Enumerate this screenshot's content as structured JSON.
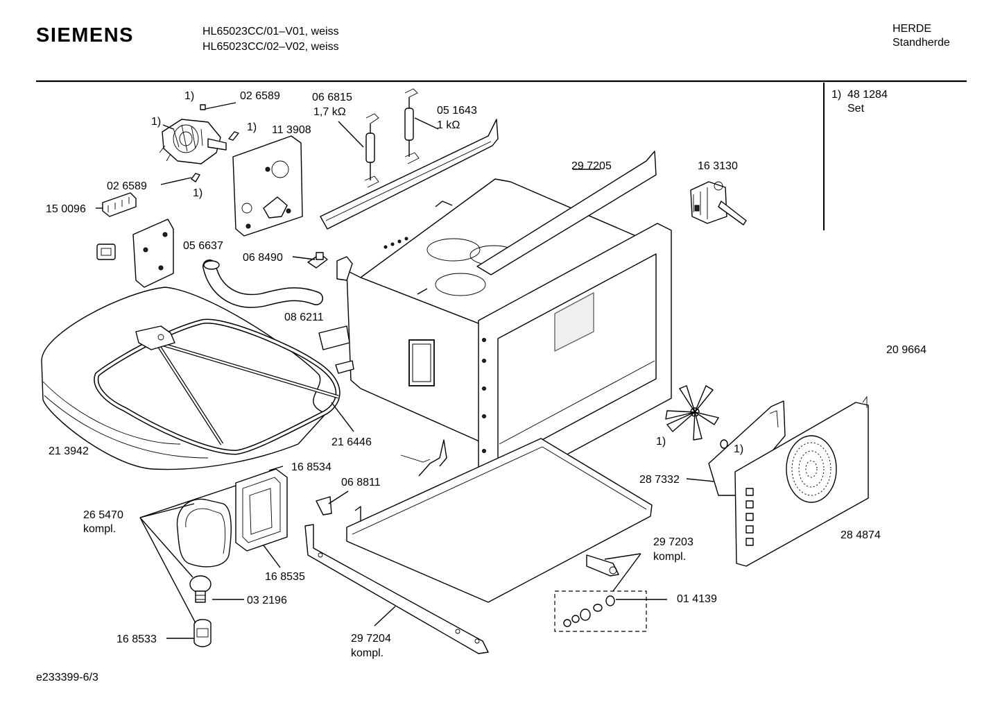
{
  "header": {
    "brand": "SIEMENS",
    "model_line_1": "HL65023CC/01–V01, weiss",
    "model_line_2": "HL65023CC/02–V02, weiss",
    "category": "HERDE",
    "subcategory": "Standherde"
  },
  "legend": {
    "marker": "1)",
    "part_number": "48 1284",
    "description": "Set"
  },
  "footer": {
    "drawing_id": "e233399-6/3"
  },
  "labels": {
    "p026589a": "02 6589",
    "m1a": "1)",
    "m1b": "1)",
    "m1c": "1)",
    "m1d": "1)",
    "m1e": "1)",
    "m1f": "1)",
    "p066815": "06 6815",
    "r17": "1,7 kΩ",
    "p051643": "05 1643",
    "r1": "1 kΩ",
    "p113908": "11 3908",
    "p026589b": "02 6589",
    "p150096": "15 0096",
    "p297205": "29 7205",
    "p163130": "16 3130",
    "p056637": "05 6637",
    "p068490": "06 8490",
    "p086211": "08 6211",
    "p209664": "20 9664",
    "p213942": "21 3942",
    "p216446": "21 6446",
    "p168534": "16 8534",
    "p068811": "06 8811",
    "p287332": "28 7332",
    "p265470": "26 5470",
    "kompl1": "kompl.",
    "p284874": "28 4874",
    "p297203": "29 7203",
    "kompl2": "kompl.",
    "p168535": "16 8535",
    "p032196": "03 2196",
    "p014139": "01 4139",
    "p168533": "16 8533",
    "p297204": "29 7204",
    "kompl3": "kompl."
  }
}
